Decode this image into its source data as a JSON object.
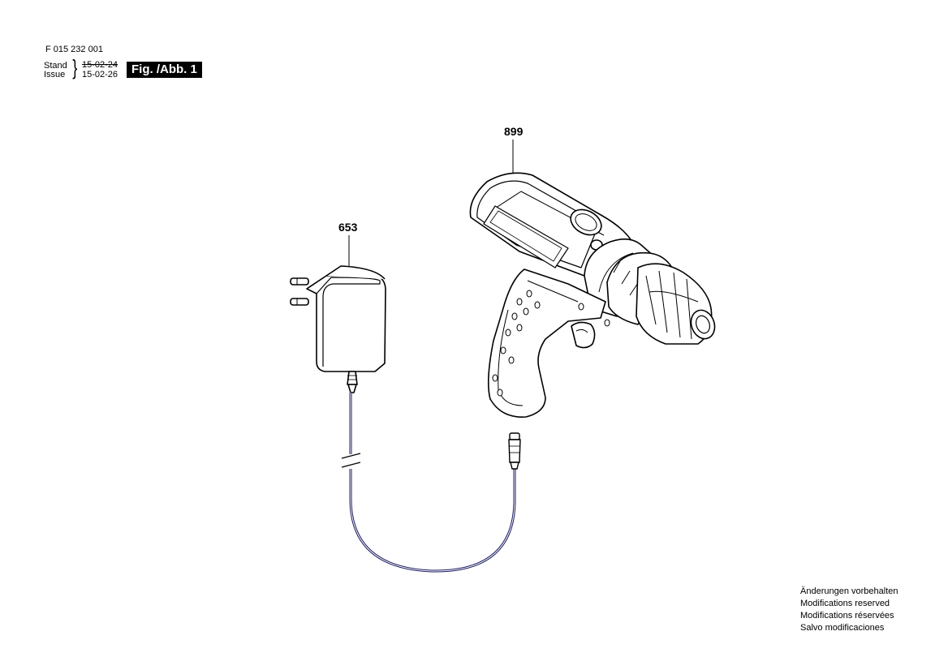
{
  "header": {
    "part_number": "F 015 232 001",
    "stand_label": "Stand",
    "issue_label": "Issue",
    "old_date": "15-02-24",
    "new_date": "15-02-26",
    "figure_label": "Fig. /Abb. 1"
  },
  "callouts": {
    "charger": "653",
    "drill": "899"
  },
  "notes": [
    "Änderungen vorbehalten",
    "Modifications reserved",
    "Modifications réservées",
    "Salvo modificaciones"
  ]
}
